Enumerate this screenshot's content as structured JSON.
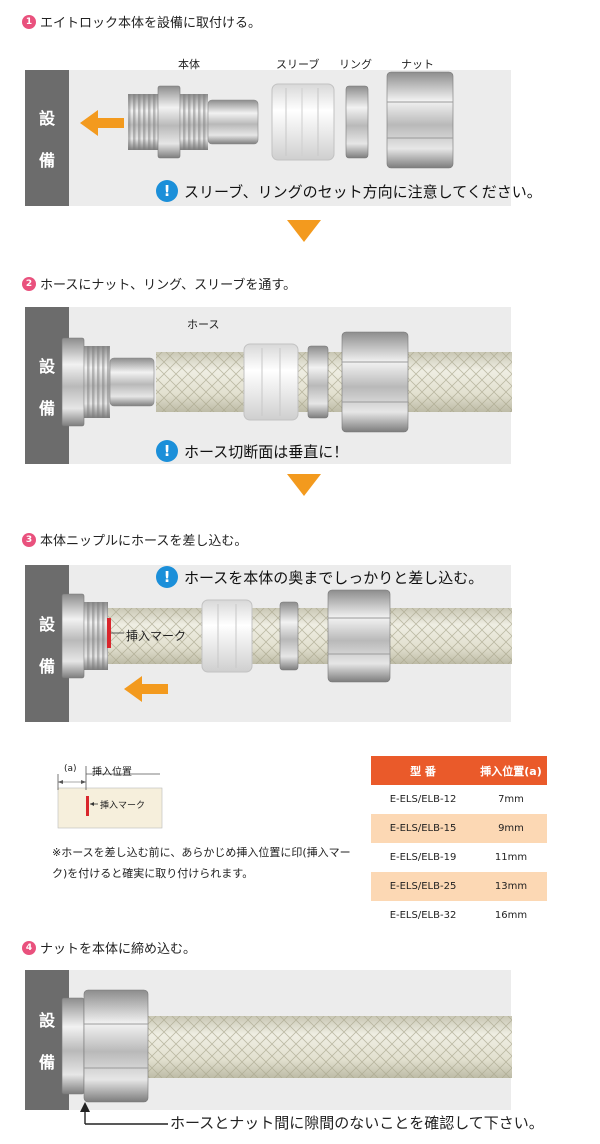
{
  "wall_label": [
    "設",
    "備"
  ],
  "step1": {
    "num": "1",
    "title": "エイトロック本体を設備に取付ける。",
    "parts": [
      "本体",
      "スリーブ",
      "リング",
      "ナット"
    ],
    "notice": "スリーブ、リングのセット方向に注意してください。"
  },
  "step2": {
    "num": "2",
    "title": "ホースにナット、リング、スリーブを通す。",
    "hose_label": "ホース",
    "notice": "ホース切断面は垂直に！"
  },
  "step3": {
    "num": "3",
    "title": "本体ニップルにホースを差し込む。",
    "notice": "ホースを本体の奥までしっかりと差し込む。",
    "mark_label": "挿入マーク"
  },
  "inset": {
    "a_label": "(a)",
    "position_label": "挿入位置",
    "mark_label": "挿入マーク"
  },
  "note": "※ホースを差し込む前に、あらかじめ挿入位置に印(挿入マーク)を付けると確実に取り付けられます。",
  "spec_table": {
    "headers": [
      "型 番",
      "挿入位置(a)"
    ],
    "rows": [
      [
        "E-ELS/ELB-12",
        "7mm"
      ],
      [
        "E-ELS/ELB-15",
        "9mm"
      ],
      [
        "E-ELS/ELB-19",
        "11mm"
      ],
      [
        "E-ELS/ELB-25",
        "13mm"
      ],
      [
        "E-ELS/ELB-32",
        "16mm"
      ]
    ]
  },
  "step4": {
    "num": "4",
    "title": "ナットを本体に締め込む。",
    "caption": "ホースとナット間に隙間のないことを確認して下さい。"
  },
  "colors": {
    "accent_orange": "#f39a1e",
    "step_pink": "#e9517d",
    "notice_blue": "#1b8fd9",
    "table_header": "#ea5a2a",
    "table_alt": "#fcd8b4",
    "mark_red": "#d9262c"
  }
}
